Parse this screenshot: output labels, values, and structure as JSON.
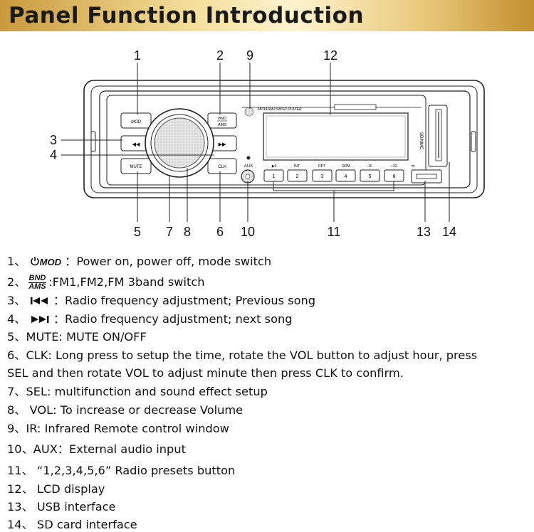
{
  "header": {
    "title": "Panel Function Introduction"
  },
  "device": {
    "buttons": {
      "mod": "MOD",
      "bnd": "BND",
      "ams": "AMS",
      "prev": "◀◀",
      "next": "▶▶",
      "mute": "MUTE",
      "clk": "CLK",
      "aux": "AUX",
      "presets": [
        "1",
        "2",
        "3",
        "4",
        "5",
        "6"
      ]
    },
    "player_label": "MP3/FM&USB/SD PLAYER",
    "preset_labels": [
      "▶II",
      "INT",
      "RPT",
      "RDM",
      "-10",
      "+10"
    ],
    "sd_label": "SD/MMC"
  },
  "callouts": {
    "top": [
      "1",
      "2",
      "9",
      "12"
    ],
    "left": [
      "3",
      "4"
    ],
    "bottom": [
      "5",
      "7",
      "8",
      "6",
      "10",
      "11",
      "13",
      "14"
    ]
  },
  "descriptions": {
    "d1_num": "1、",
    "d1_mod": "MOD",
    "d1_text": "：Power on, power off, mode switch",
    "d2_num": "2、",
    "d2_top": "BND",
    "d2_bot": "AMS",
    "d2_text": ":FM1,FM2,FM 3band switch",
    "d3_num": "3、",
    "d3_text": "：Radio frequency adjustment; Previous song",
    "d4_num": "4、",
    "d4_text": "：Radio frequency adjustment; next song",
    "d5": "5、MUTE: MUTE ON/OFF",
    "d6a": "6、CLK: Long press to setup the time, rotate the VOL button to adjust hour, press",
    "d6b": "SEL and then rotate VOL to adjust minute then press CLK to confirm.",
    "d7": "7、SEL:  multifunction and sound effect setup",
    "d8": "8、 VOL:  To increase or decrease Volume",
    "d9": "9、IR:  Infrared Remote control window",
    "d10": "10、AUX：External audio input",
    "d11": "11、 “1,2,3,4,5,6”  Radio presets button",
    "d12": "12、  LCD display",
    "d13": "13、 USB interface",
    "d14": "14、 SD card interface"
  }
}
